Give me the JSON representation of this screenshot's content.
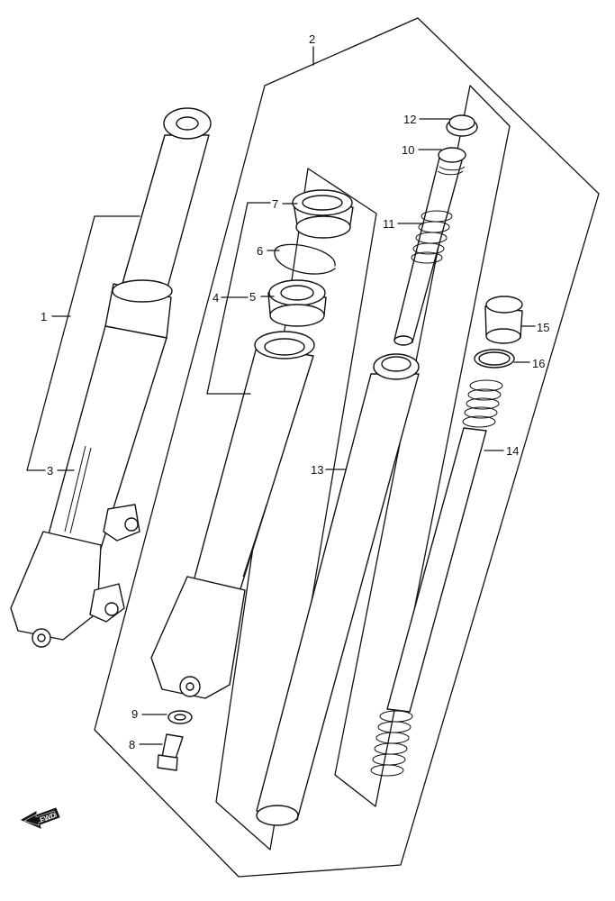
{
  "labels": {
    "p1": "1",
    "p2": "2",
    "p3": "3",
    "p4": "4",
    "p5": "5",
    "p6": "6",
    "p7": "7",
    "p8": "8",
    "p9": "9",
    "p10": "10",
    "p11": "11",
    "p12": "12",
    "p13": "13",
    "p14": "14",
    "p15": "15",
    "p16": "16"
  },
  "fwd_arrow": {
    "text": "FWD",
    "icon": "forward-arrow-icon"
  }
}
